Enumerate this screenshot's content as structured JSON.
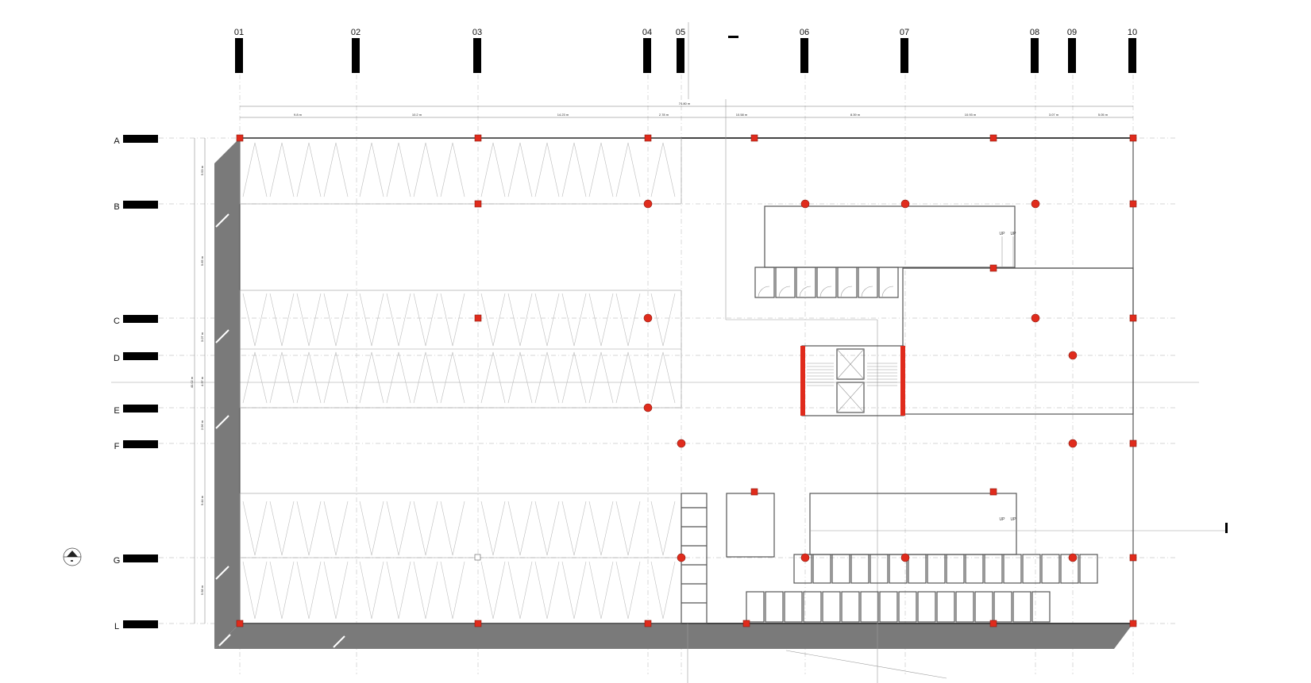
{
  "grid": {
    "columns": [
      "01",
      "02",
      "03",
      "04",
      "05",
      "06",
      "07",
      "08",
      "09",
      "10"
    ],
    "rows": [
      "A",
      "B",
      "C",
      "D",
      "E",
      "F",
      "G",
      "L"
    ]
  },
  "dimensions": {
    "total_horizontal": "74.80 m",
    "horizontal": [
      "9.8 m",
      "10.2 m",
      "14.23 m",
      "2.78 m",
      "10.58 m",
      "8.39 m",
      "10.93 m",
      "3.07 m",
      "5.05 m"
    ],
    "total_vertical": "40.02 m",
    "vertical": [
      "5.53 m",
      "9.65 m",
      "3.07 m",
      "4.37 m",
      "2.96 m",
      "9.44 m",
      "5.58 m"
    ]
  },
  "annotations": {
    "up_labels": [
      "UP",
      "UP",
      "UP",
      "UP"
    ]
  },
  "colors": {
    "column": "#e02b1c",
    "wall_shadow": "#7a7a7a",
    "grid_marker": "#000000"
  },
  "icons": {
    "section_marker": "section-marker-icon"
  }
}
